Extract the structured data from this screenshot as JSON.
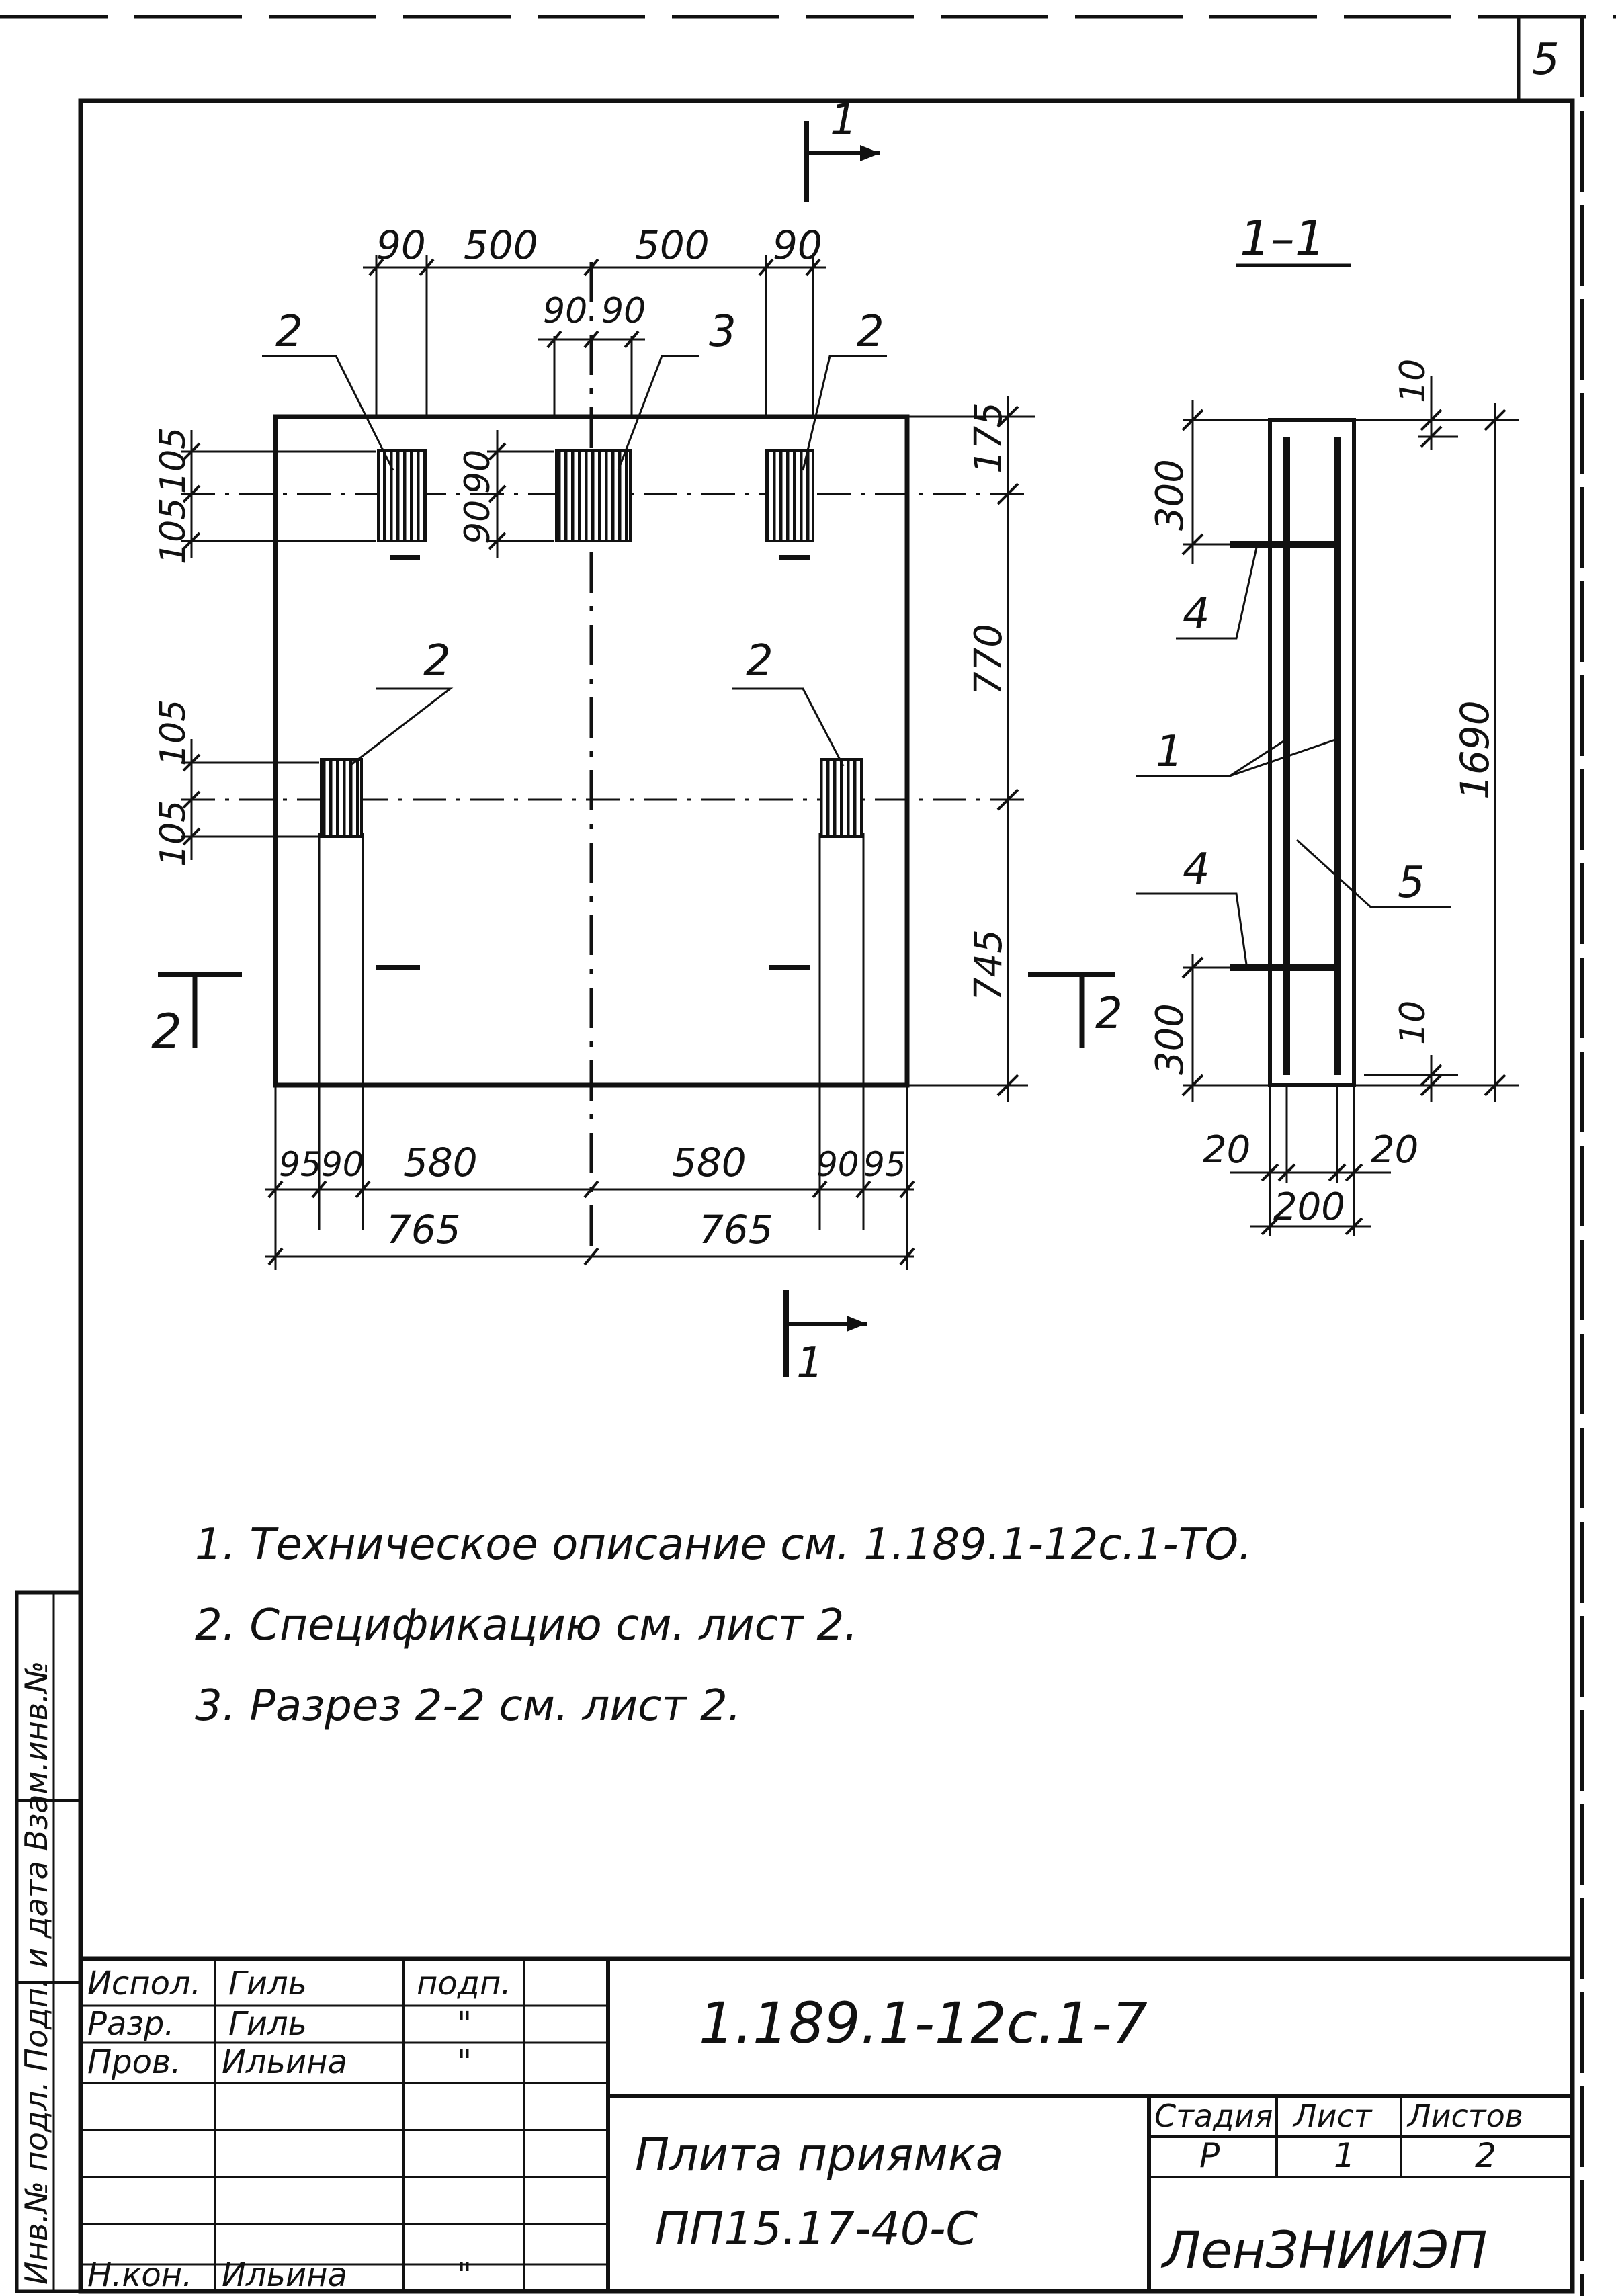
{
  "sheet_number": "5",
  "plan_dimensions": {
    "top": [
      "90",
      "500",
      "500",
      "90"
    ],
    "top_inner": [
      "90",
      "90"
    ],
    "left_top": [
      "105",
      "105"
    ],
    "mid_top": [
      "90",
      "90"
    ],
    "left_mid": [
      "105",
      "105"
    ],
    "right": [
      "175",
      "770",
      "745"
    ],
    "bottom_row1": [
      "95",
      "90",
      "580",
      "580",
      "90",
      "95"
    ],
    "bottom_row2": [
      "765",
      "765"
    ]
  },
  "plan_callouts": [
    "2",
    "3",
    "2",
    "2",
    "2"
  ],
  "section_marks": {
    "cut_1": "1",
    "cut_2": "2",
    "section_title": "1–1"
  },
  "section_dimensions": {
    "left": [
      "300",
      "300"
    ],
    "right": [
      "10",
      "1690",
      "10"
    ],
    "bottom": [
      "20",
      "20",
      "200"
    ]
  },
  "section_callouts": [
    "4",
    "1",
    "4",
    "5"
  ],
  "notes": [
    "1. Техническое описание см. 1.189.1-12с.1-ТО.",
    "2. Спецификацию см. лист 2.",
    "3. Разрез 2-2 см. лист 2."
  ],
  "side_stamp": "Инв.№ подл. Подп. и дата Взам.инв.№",
  "title_block": {
    "roles": [
      {
        "role": "Испол.",
        "name": "Гиль",
        "sign": "подп."
      },
      {
        "role": "Разр.",
        "name": "Гиль",
        "sign": "\""
      },
      {
        "role": "Пров.",
        "name": "Ильина",
        "sign": "\""
      },
      {
        "role": "",
        "name": "",
        "sign": ""
      },
      {
        "role": "",
        "name": "",
        "sign": ""
      },
      {
        "role": "",
        "name": "",
        "sign": ""
      },
      {
        "role": "Н.кон.",
        "name": "Ильина",
        "sign": "\""
      }
    ],
    "document_code": "1.189.1-12с.1-7",
    "title_line1": "Плита приямка",
    "title_line2": "ПП15.17-40-С",
    "stage_header": "Стадия",
    "sheet_header": "Лист",
    "sheets_header": "Листов",
    "stage": "Р",
    "sheet": "1",
    "sheets": "2",
    "organization": "ЛенЗНИИЭП"
  }
}
